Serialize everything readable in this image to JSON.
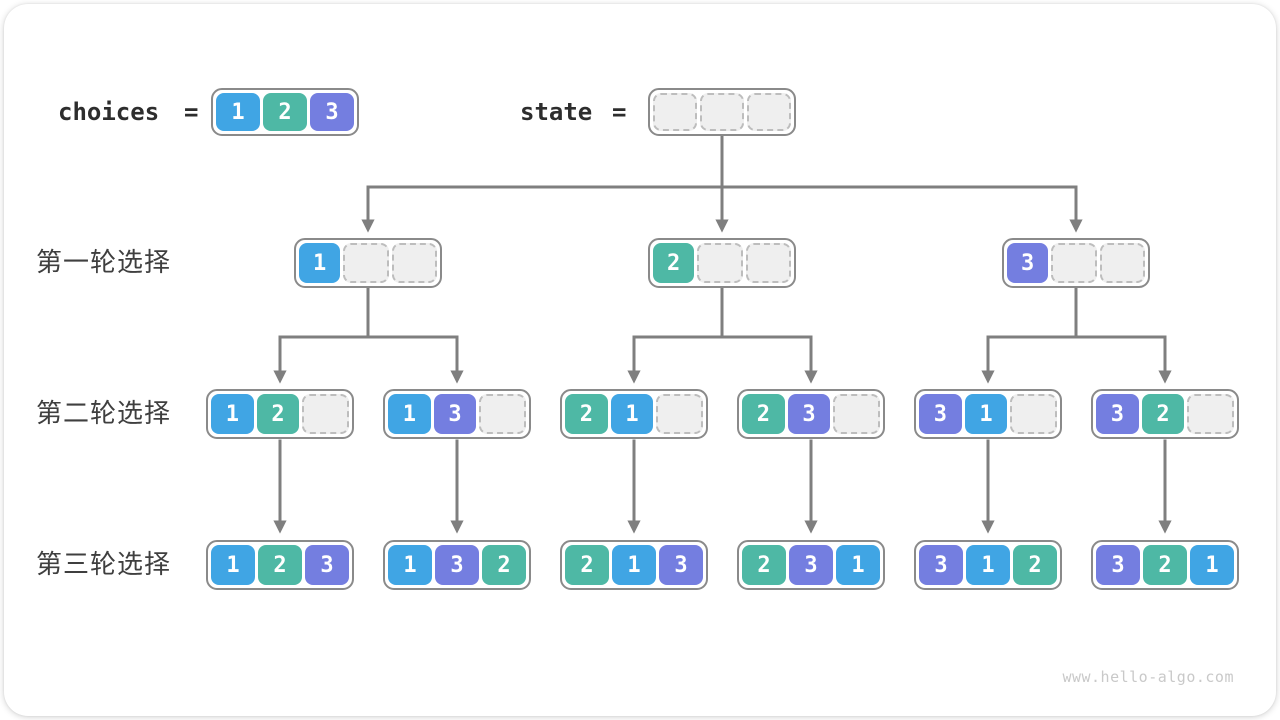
{
  "header": {
    "choices_label": "choices",
    "equals_sign": "=",
    "state_label": "state",
    "choices_values": [
      "1",
      "2",
      "3"
    ],
    "state_values": [
      null,
      null,
      null
    ]
  },
  "row_labels": [
    "第一轮选择",
    "第二轮选择",
    "第三轮选择"
  ],
  "levels": [
    [
      [
        "1",
        null,
        null
      ],
      [
        "2",
        null,
        null
      ],
      [
        "3",
        null,
        null
      ]
    ],
    [
      [
        "1",
        "2",
        null
      ],
      [
        "1",
        "3",
        null
      ],
      [
        "2",
        "1",
        null
      ],
      [
        "2",
        "3",
        null
      ],
      [
        "3",
        "1",
        null
      ],
      [
        "3",
        "2",
        null
      ]
    ],
    [
      [
        "1",
        "2",
        "3"
      ],
      [
        "1",
        "3",
        "2"
      ],
      [
        "2",
        "1",
        "3"
      ],
      [
        "2",
        "3",
        "1"
      ],
      [
        "3",
        "1",
        "2"
      ],
      [
        "3",
        "2",
        "1"
      ]
    ]
  ],
  "colors": {
    "value_1": "#40a5e4",
    "value_2": "#4eb8a5",
    "value_3": "#747ee0",
    "connector": "#7f7f7f",
    "node_border": "#8a8a8a",
    "empty_cell_fill": "#efefef",
    "empty_cell_border": "#bdbdbd",
    "label_text": "#3f3f3f",
    "code_text": "#2d2d2d",
    "watermark_text": "#c9c9c9"
  },
  "watermark": "www.hello-algo.com"
}
